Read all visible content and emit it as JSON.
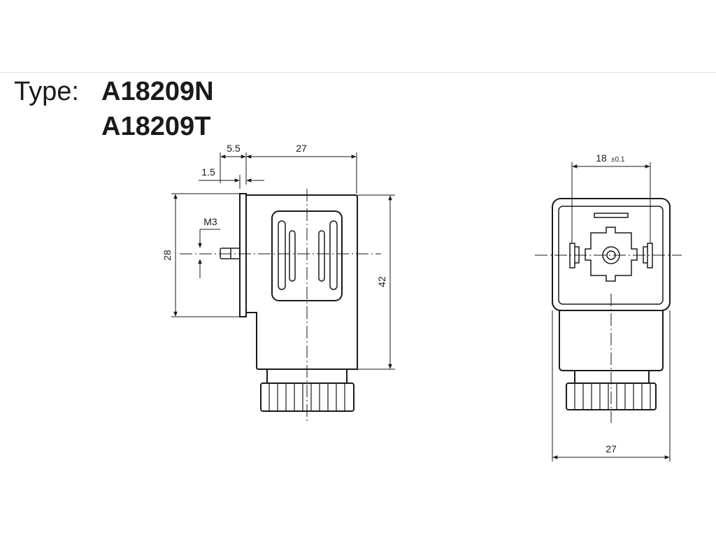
{
  "header": {
    "type_label": "Type:",
    "models": [
      "A18209N",
      "A18209T"
    ]
  },
  "side_view": {
    "dims": {
      "top_offset": "5.5",
      "top_width": "27",
      "flange": "1.5",
      "thread": "M3",
      "left_height": "28",
      "right_height": "42"
    }
  },
  "front_view": {
    "dims": {
      "pin_spacing": "18",
      "pin_tolerance": "±0.1",
      "bottom_width": "27"
    }
  },
  "colors": {
    "line": "#1a1a1a",
    "background": "#ffffff"
  }
}
